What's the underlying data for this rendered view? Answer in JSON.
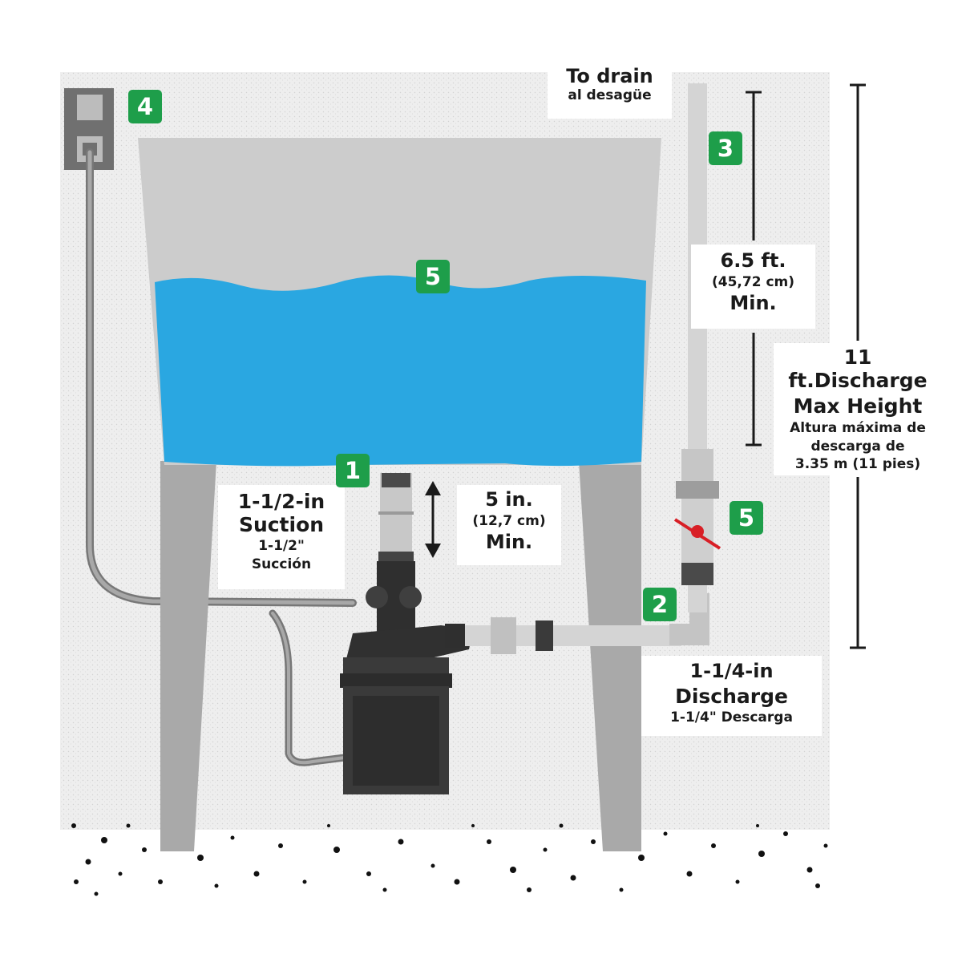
{
  "badges": {
    "suction_inlet": "1",
    "discharge_elbow": "2",
    "drain_pipe": "3",
    "outlet": "4",
    "water_level": "5",
    "check_valve": "5"
  },
  "drain": {
    "line1": "To drain",
    "line2": "al desagüe"
  },
  "suction": {
    "line1": "1-1/2-in",
    "line2": "Suction",
    "line3": "1-1/2\"",
    "line4": "Succión"
  },
  "inlet_height": {
    "line1": "5 in.",
    "line2": "(12,7 cm)",
    "line3": "Min."
  },
  "vertical_min": {
    "line1": "6.5 ft.",
    "line2": "(45,72 cm)",
    "line3": "Min."
  },
  "max_height": {
    "line1": "11 ft.Discharge",
    "line2": "Max Height",
    "line3": "Altura máxima de",
    "line4": "descarga de",
    "line5": "3.35 m (11 pies)"
  },
  "discharge": {
    "line1": "1-1/4-in",
    "line2": "Discharge",
    "line3": "1-1/4\" Descarga"
  },
  "colors": {
    "water": "#2aa7e1",
    "tub": "#cfcfcf",
    "badge": "#1e9e4a",
    "pump": "#3a3a3a",
    "valve_handle": "#d81f26",
    "pipe": "#d6d6d6"
  }
}
